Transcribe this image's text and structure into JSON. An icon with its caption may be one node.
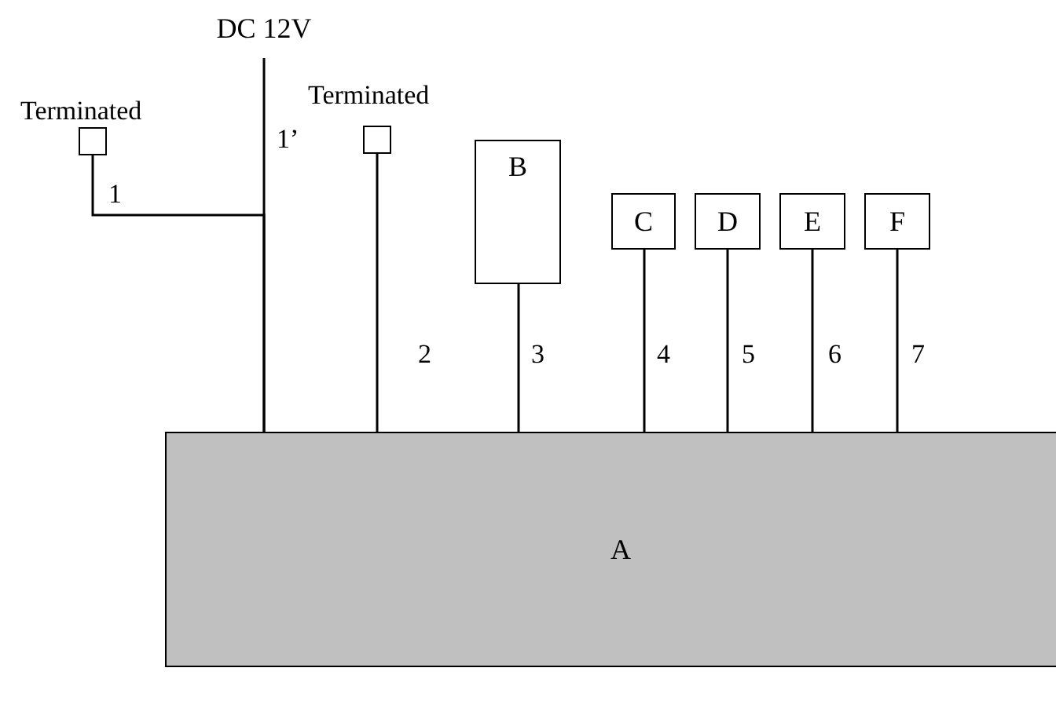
{
  "diagram": {
    "nodes": [
      {
        "text": [
          "DC 12V"
        ]
      },
      {
        "text": [],
        "shape": "box",
        "beside": [
          "Terminated"
        ]
      },
      {
        "text": [],
        "shape": "box",
        "beside": [
          "Terminated"
        ]
      },
      {
        "text": [
          "B"
        ]
      },
      {
        "text": [
          "C"
        ]
      },
      {
        "text": [
          "D"
        ]
      },
      {
        "text": [
          "E"
        ]
      },
      {
        "text": [
          "F"
        ]
      },
      {
        "text": [
          "A"
        ]
      }
    ],
    "edges": [
      {
        "from": 0,
        "to": 8,
        "arrow": "none",
        "label": "1’"
      },
      {
        "from": 1,
        "to": 8,
        "arrow": "none",
        "label": "1"
      },
      {
        "from": 2,
        "to": 8,
        "arrow": "none",
        "label": "2"
      },
      {
        "from": 3,
        "to": 8,
        "arrow": "none",
        "label": "3"
      },
      {
        "from": 4,
        "to": 8,
        "arrow": "none",
        "label": "4"
      },
      {
        "from": 5,
        "to": 8,
        "arrow": "none",
        "label": "5"
      },
      {
        "from": 6,
        "to": 8,
        "arrow": "none",
        "label": "6"
      },
      {
        "from": 7,
        "to": 8,
        "arrow": "none",
        "label": "7"
      }
    ]
  }
}
